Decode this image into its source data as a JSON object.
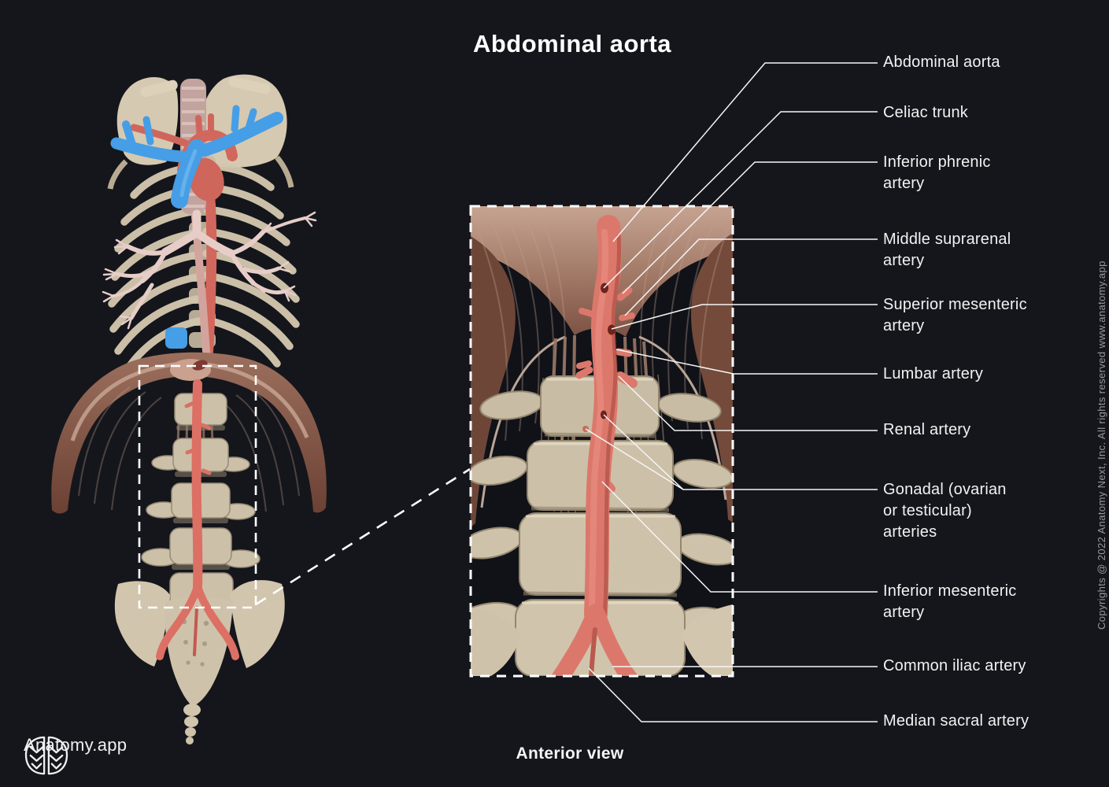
{
  "title": "Abdominal aorta",
  "view_label": "Anterior view",
  "brand": {
    "logo_icon": "brain-icon",
    "name": "Anatomy.app"
  },
  "copyright": "Copyrights @ 2022 Anatomy Next, Inc. All rights reserved www.anatomy.app",
  "colors": {
    "background": "#14161c",
    "label_text": "#f2f2f2",
    "leader_line": "#f5f5f5",
    "artery": "#dc786b",
    "artery_dark": "#a7483d",
    "vein": "#459ee6",
    "bone": "#d3c6ae",
    "diaphragm": "#7b4c3d",
    "bronchi": "#e7cdc8"
  },
  "labels": [
    {
      "id": "abdominal-aorta",
      "text": "Abdominal aorta"
    },
    {
      "id": "celiac-trunk",
      "text": "Celiac trunk"
    },
    {
      "id": "inferior-phrenic-artery",
      "text": "Inferior phrenic\nartery"
    },
    {
      "id": "middle-suprarenal-artery",
      "text": "Middle suprarenal\nartery"
    },
    {
      "id": "superior-mesenteric-artery",
      "text": "Superior mesenteric\nartery"
    },
    {
      "id": "lumbar-artery",
      "text": "Lumbar artery"
    },
    {
      "id": "renal-artery",
      "text": "Renal artery"
    },
    {
      "id": "gonadal-arteries",
      "text": "Gonadal (ovarian\nor testicular)\narteries"
    },
    {
      "id": "inferior-mesenteric-artery",
      "text": "Inferior mesenteric\nartery"
    },
    {
      "id": "common-iliac-artery",
      "text": "Common iliac artery"
    },
    {
      "id": "median-sacral-artery",
      "text": "Median sacral artery"
    }
  ]
}
